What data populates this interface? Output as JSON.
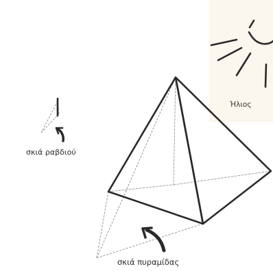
{
  "labels": {
    "sun": "Ήλιος",
    "stick_shadow": "σκιά ραβδιού",
    "pyramid_shadow": "σκιά πυραμίδας"
  },
  "colors": {
    "background": "#ffffff",
    "sun_panel": "#fbf6ee",
    "ink": "#2a2a2a",
    "shadow_line": "#8a8a8a"
  },
  "icons": [
    "sun-icon",
    "pyramid-drawing",
    "stick-drawing",
    "curved-arrow-icon"
  ]
}
